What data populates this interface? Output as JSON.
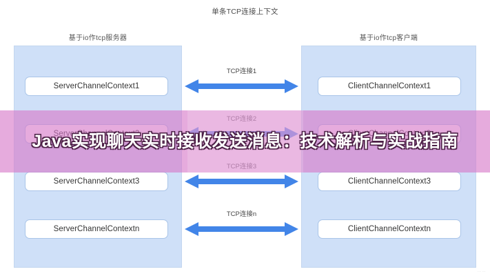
{
  "diagram": {
    "title": "单条TCP连接上下文",
    "headers": {
      "left": "基于io作tcp服务器",
      "right": "基于io作tcp客户端"
    },
    "rows": [
      {
        "server_label": "ServerChannelContext1",
        "client_label": "ClientChannelContext1",
        "link_label": "TCP连接1"
      },
      {
        "server_label": "ServerChannelContext2",
        "client_label": "ClientChannelContext2",
        "link_label": "TCP连接2"
      },
      {
        "server_label": "ServerChannelContext3",
        "client_label": "ClientChannelContext3",
        "link_label": "TCP连接3"
      },
      {
        "server_label": "ServerChannelContextn",
        "client_label": "ClientChannelContextn",
        "link_label": "TCP连接n"
      }
    ]
  },
  "banner": {
    "title": "Java实现聊天实时接收发送消息：技术解析与实战指南"
  },
  "watermark": {
    "text": "·· ··"
  },
  "colors": {
    "panel_fill": "#cfe0f8",
    "panel_border": "#c3d6ef",
    "box_border": "#a9c4e8",
    "box_fill": "#ffffff",
    "arrow": "#4285e8",
    "banner_pink": "#d678c8",
    "banner_text": "#ffffff"
  }
}
